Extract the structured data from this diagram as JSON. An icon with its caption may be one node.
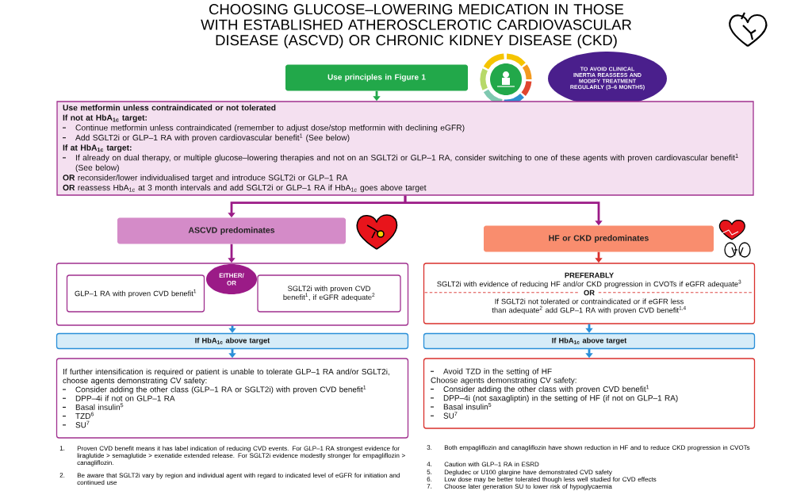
{
  "diagram": {
    "title": "CHOOSING GLUCOSE–LOWERING MEDICATION IN THOSE WITH ESTABLISHED ATHEROSCLEROTIC CARDIOVASCULAR DISEASE (ASCVD) OR CHRONIC KIDNEY DISEASE (CKD)",
    "nodes": [
      {
        "text": [
          "Use principles in Figure 1"
        ]
      },
      {
        "text": [
          "TO AVOID CLINICAL INERTIA REASSESS AND MODIFY TREATMENT REGULARLY (3–6 MONTHS)"
        ]
      },
      {
        "text": [
          "Use metformin unless contraindicated or not tolerated",
          "If not at HbA$_{1c}$ target:",
          "Continue metformin unless contraindicated (remember to adjust dose/stop metformin with declining eGFR)",
          "Add SGLT2i or GLP–1 RA with proven cardiovascular benefit$^{1}$ (See below)",
          "If at HbA$_{1c}$ target:",
          "If already on dual therapy, or multiple glucose–lowering therapies and not on an SGLT2i or GLP–1 RA, consider switching to one of these agents with proven cardiovascular benefit$^{1}$ (See below)",
          "**OR** reconsider/lower individualised target and introduce SGLT2i or GLP–1 RA",
          "**OR** reassess HbA$_{1c}$ at 3 month intervals and add SGLT2i or GLP–1 RA if HbA$_{1c}$ goes above target"
        ]
      },
      {
        "text": [
          "ASCVD predominates"
        ]
      },
      {
        "text": [
          "HF or CKD predominates"
        ]
      },
      {
        "text": [],
        "shape": "box"
      },
      {
        "text": [
          "GLP–1 RA with proven CVD benefit$^{1}$"
        ],
        "in": 5
      },
      {
        "text": [
          "EITHER/ OR"
        ],
        "in": 5
      },
      {
        "text": [
          "SGLT2i with proven CVD benefit$^{1}$, if eGFR adequate$^{2}$"
        ],
        "in": 5
      },
      {
        "text": [
          "PREFERABLY",
          "SGLT2i with evidence of reducing HF and/or CKD progression in CVOTs if eGFR adequate$^{3}$",
          "OR",
          "If SGLT2i not tolerated or contraindicated or if eGFR less than adequate$^{2}$ add GLP–1 RA with proven CVD benefit$^{1,4}$"
        ]
      },
      {
        "text": [
          "If HbA$_{1c}$ above target"
        ]
      },
      {
        "text": [
          "If HbA$_{1c}$ above target"
        ]
      },
      {
        "text": [
          "If further intensification is required or patient is unable to tolerate GLP–1 RA and/or SGLT2i, choose agents demonstrating CV safety:",
          "Consider adding the other class (GLP–1 RA or SGLT2i) with proven CVD benefit$^{1}$",
          "DPP–4i if not on GLP–1 RA",
          "Basal insulin$^{5}$",
          "TZD$^{6}$",
          "SU$^{7}$"
        ]
      },
      {
        "text": [
          "Avoid TZD in the setting of HF",
          "Choose agents demonstrating CV safety:",
          "Consider adding the other class with proven CVD benefit$^{1}$",
          "DPP–4i (not saxagliptin) in the setting of HF (if not on GLP–1 RA)",
          "Basal insulin$^{5}$",
          "SU$^{7}$"
        ]
      }
    ],
    "edges": [
      {
        "from": 0,
        "to": 2,
        "arrow": "to",
        "color": "#22a84a"
      },
      {
        "from": 2,
        "to": 3,
        "arrow": "to",
        "color": "#9b1b87"
      },
      {
        "from": 2,
        "to": 4,
        "arrow": "to",
        "color": "#9b1b87"
      },
      {
        "from": 3,
        "to": 5,
        "arrow": "to",
        "color": "#9b1b87"
      },
      {
        "from": 4,
        "to": 9,
        "arrow": "to",
        "color": "#d9302c"
      },
      {
        "from": 5,
        "to": 10,
        "arrow": "to"
      },
      {
        "from": 9,
        "to": 11,
        "arrow": "to"
      },
      {
        "from": 10,
        "to": 12,
        "arrow": "to"
      },
      {
        "from": 11,
        "to": 13,
        "arrow": "to"
      }
    ],
    "labels": [
      "1.",
      "Proven CVD benefit means it has label indication of reducing CVD events. For GLP–1 RA strongest evidence for liraglutide > semaglutide > exenatide extended release. For SGLT2i evidence modestly stronger for empagliflozin > canagliflozin.",
      "2.",
      "Be aware that SGLT2i vary by region and individual agent with regard to indicated level of eGFR for initiation and continued use",
      "3.",
      "Both empagliflozin and canagliflozin have shown reduction in HF and to reduce CKD progression in CVOTs",
      "4.",
      "Caution with GLP–1 RA in ESRD",
      "5.",
      "Degludec or U100 glargine have demonstrated CVD safety",
      "6.",
      "Low dose may be better tolerated though less well studied for CVD effects",
      "7.",
      "Choose later generation SU to lower risk of hypoglycaemia"
    ]
  }
}
